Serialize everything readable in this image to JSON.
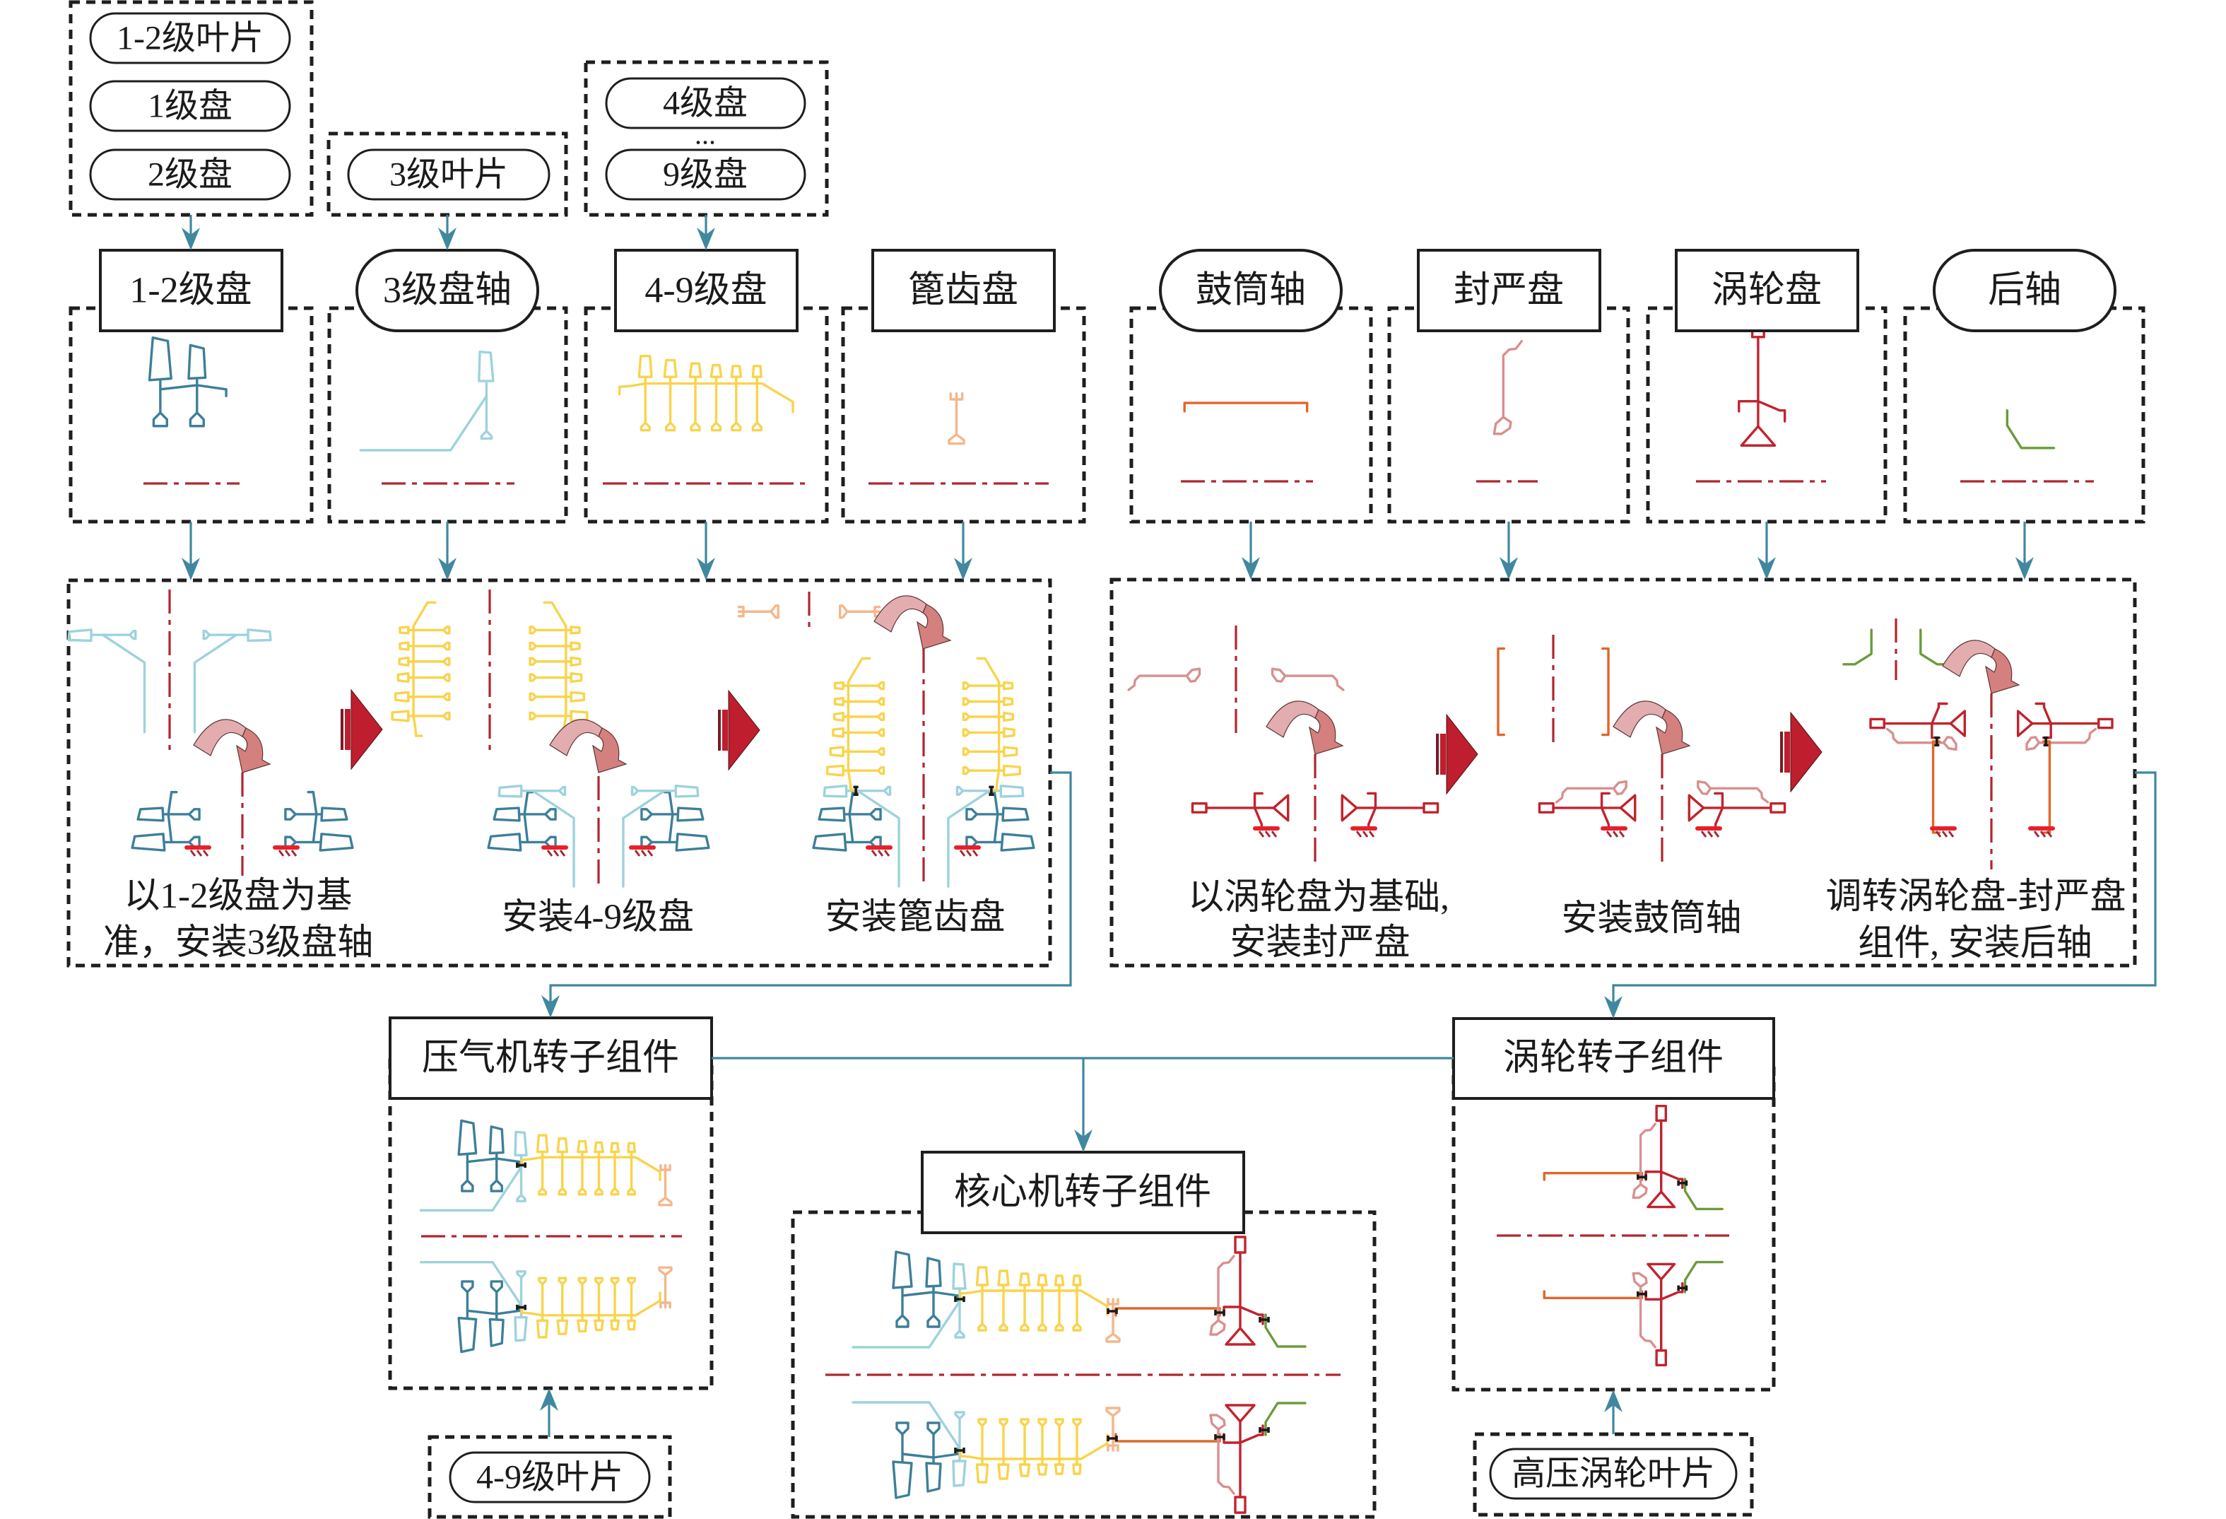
{
  "inputs": {
    "groups": [
      {
        "items": [
          "1-2级叶片",
          "1级盘",
          "2级盘"
        ]
      },
      {
        "items": [
          "3级叶片"
        ]
      },
      {
        "items": [
          "4级盘",
          "9级盘"
        ],
        "ellipsis": "..."
      }
    ]
  },
  "parts": {
    "compressor": [
      {
        "label": "1-2级盘",
        "shape": "rectangle"
      },
      {
        "label": "3级盘轴",
        "shape": "stadium"
      },
      {
        "label": "4-9级盘",
        "shape": "rectangle"
      },
      {
        "label": "篦齿盘",
        "shape": "rectangle"
      }
    ],
    "turbine": [
      {
        "label": "鼓筒轴",
        "shape": "stadium"
      },
      {
        "label": "封严盘",
        "shape": "rectangle"
      },
      {
        "label": "涡轮盘",
        "shape": "rectangle"
      },
      {
        "label": "后轴",
        "shape": "stadium"
      }
    ]
  },
  "assembly": {
    "compressor_steps": [
      {
        "lines": [
          "以1-2级盘为基",
          "准，安装3级盘轴"
        ]
      },
      {
        "lines": [
          "安装4-9级盘"
        ]
      },
      {
        "lines": [
          "安装篦齿盘"
        ]
      }
    ],
    "turbine_steps": [
      {
        "lines": [
          "以涡轮盘为基础,",
          "安装封严盘"
        ]
      },
      {
        "lines": [
          "安装鼓筒轴"
        ]
      },
      {
        "lines": [
          "调转涡轮盘-封严盘",
          "组件, 安装后轴"
        ]
      }
    ]
  },
  "subassemblies": {
    "compressor_rotor": "压气机转子组件",
    "core_rotor": "核心机转子组件",
    "turbine_rotor": "涡轮转子组件"
  },
  "extra_inputs": {
    "compressor_blades": "4-9级叶片",
    "turbine_blades": "高压涡轮叶片"
  },
  "colors": {
    "stage_1_2_disc": "#3d7f99",
    "stage_3_disc_shaft": "#9ed2dc",
    "stage_4_9_disc": "#f8d44c",
    "labyrinth_disc": "#f3b78b",
    "drum_shaft": "#e0662a",
    "seal_disc": "#d98f8f",
    "turbine_disc": "#c1232d",
    "rear_shaft": "#6b9b3a",
    "centerline": "#b0262f",
    "flow_arrow": "#3f889f",
    "fixture": "#e8202a",
    "fixture_hatch": "#a3283a",
    "step_arrow": "#be1e2d",
    "step_arrow_bar": "#7a1a22",
    "rotate_arrow_light": "#e3adb0",
    "rotate_arrow_dark": "#d4807f",
    "connector": "#1a1a1a"
  }
}
